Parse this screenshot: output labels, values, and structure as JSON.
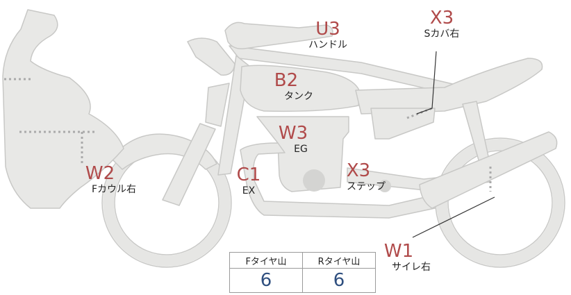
{
  "callouts": {
    "handle": {
      "code": "U3",
      "label": "ハンドル"
    },
    "s_cover": {
      "code": "X3",
      "label": "Sカバ右"
    },
    "tank": {
      "code": "B2",
      "label": "タンク"
    },
    "engine": {
      "code": "W3",
      "label": "EG"
    },
    "exhaust": {
      "code": "C1",
      "label": "EX"
    },
    "step": {
      "code": "X3",
      "label": "ステップ"
    },
    "f_cowl": {
      "code": "W2",
      "label": "Fカウル右"
    },
    "silencer": {
      "code": "W1",
      "label": "サイレ右"
    }
  },
  "tread_table": {
    "headers": [
      "Fタイヤ山",
      "Rタイヤ山"
    ],
    "values": [
      "6",
      "6"
    ]
  },
  "colors": {
    "body_fill": "#e8e8e6",
    "body_stroke": "#c8c8c6",
    "code_text": "#b04a4a",
    "value_text": "#2f4f7f",
    "badge_bg": "#ffffff"
  }
}
